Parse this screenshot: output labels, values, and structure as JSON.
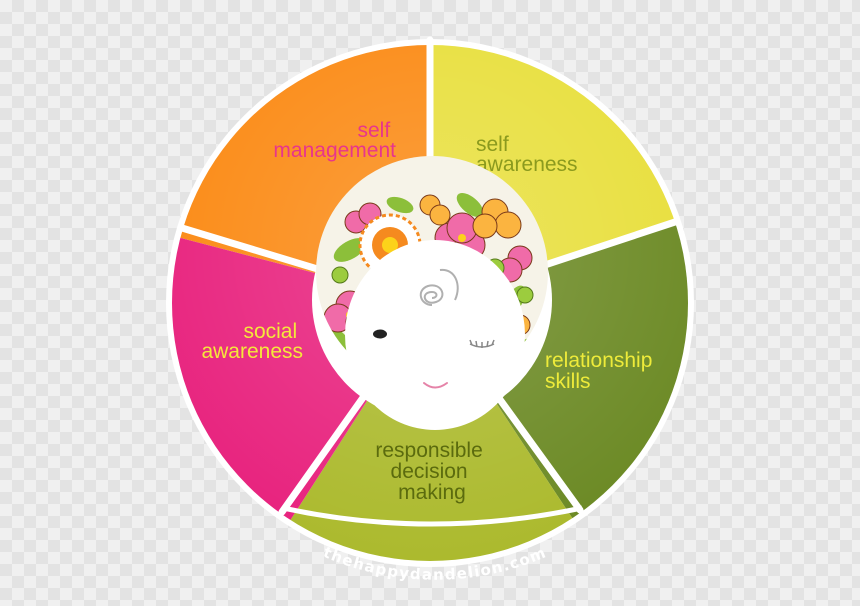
{
  "segments": [
    {
      "id": "self-management",
      "lines": [
        "self",
        "management"
      ],
      "fill": "#fb8a14",
      "text_color": "#e8358c"
    },
    {
      "id": "self-awareness",
      "lines": [
        "self",
        "awareness"
      ],
      "fill": "#e8df3c",
      "text_color": "#8b9a1e"
    },
    {
      "id": "relationship-skills",
      "lines": [
        "relationship",
        "skills"
      ],
      "fill": "#6c8a25",
      "text_color": "#eeeb3a"
    },
    {
      "id": "responsible-decision-making",
      "lines": [
        "responsible",
        "decision",
        "making"
      ],
      "fill": "#acba2e",
      "text_color": "#5b6b0e"
    },
    {
      "id": "social-awareness",
      "lines": [
        "social",
        "awareness"
      ],
      "fill": "#e8237e",
      "text_color": "#f4e83a"
    }
  ],
  "website": "thehappydandelion.com",
  "colors": {
    "ring_border": "#ffffff",
    "website_text": "#ffffff",
    "face": "#ffffff",
    "smile": "#e583a8",
    "eye": "#222222"
  },
  "icons": {
    "center": "dandelion-face-icon",
    "hair": "flower-pattern-icon"
  }
}
